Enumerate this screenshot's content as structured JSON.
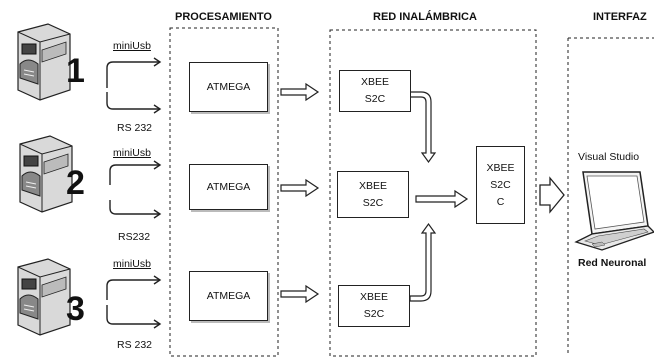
{
  "headers": {
    "procesamiento": "PROCESAMIENTO",
    "red": "RED INALÁMBRICA",
    "interfaz": "INTERFAZ"
  },
  "devices": [
    {
      "number": "1",
      "top_label": "miniUsb",
      "bottom_label": "RS 232"
    },
    {
      "number": "2",
      "top_label": "miniUsb",
      "bottom_label": "RS232"
    },
    {
      "number": "3",
      "top_label": "miniUsb",
      "bottom_label": "RS 232"
    }
  ],
  "processors": [
    "ATMEGA",
    "ATMEGA",
    "ATMEGA"
  ],
  "xbee_nodes": [
    {
      "line1": "XBEE",
      "line2": "S2C"
    },
    {
      "line1": "XBEE",
      "line2": "S2C"
    },
    {
      "line1": "XBEE",
      "line2": "S2C"
    }
  ],
  "coordinator": {
    "line1": "XBEE",
    "line2": "S2C",
    "line3": "C"
  },
  "interface": {
    "top_label": "Visual Studio",
    "bottom_label": "Red Neuronal"
  }
}
